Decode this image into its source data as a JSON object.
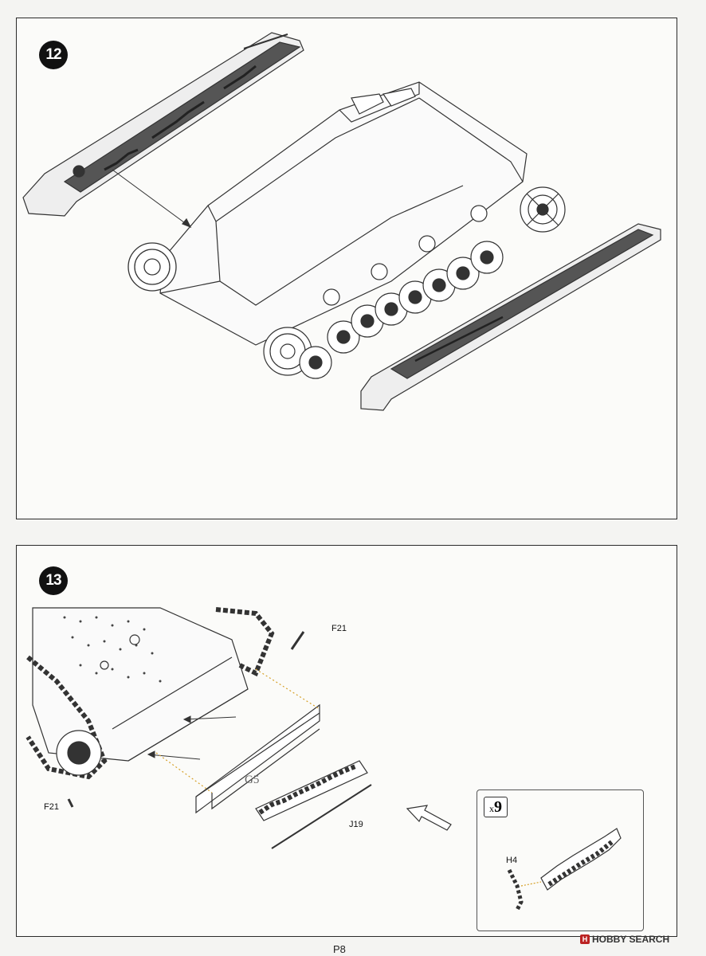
{
  "steps": [
    {
      "number": "12"
    },
    {
      "number": "13"
    }
  ],
  "step13": {
    "labels": {
      "f21_top": "F21",
      "f21_left": "F21",
      "g5": "G5",
      "j19": "J19"
    },
    "inset": {
      "qty_prefix": "x",
      "qty_value": "9",
      "part": "H4"
    }
  },
  "page": {
    "number": "P8"
  },
  "watermark": {
    "logo_glyph": "H",
    "text": "HOBBY SEARCH"
  }
}
